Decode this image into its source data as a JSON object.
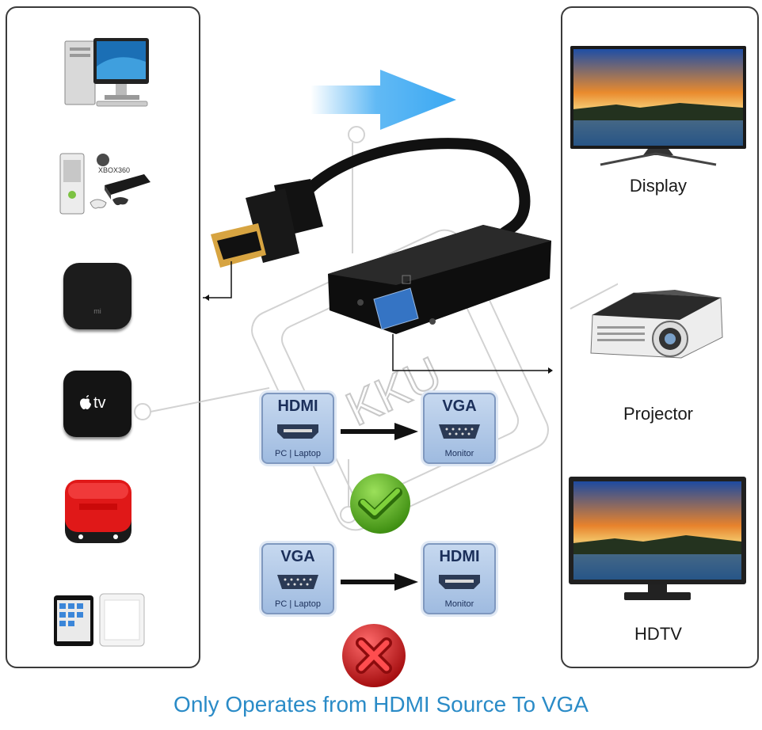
{
  "left_devices": [
    {
      "icon": "desktop-computer-icon"
    },
    {
      "icon": "game-console-icon",
      "text": "XBOX360"
    },
    {
      "icon": "mi-box-icon",
      "text": "mi"
    },
    {
      "icon": "apple-tv-icon",
      "text": "tv"
    },
    {
      "icon": "red-tv-box-icon"
    },
    {
      "icon": "tablet-icon"
    }
  ],
  "right_devices": [
    {
      "icon": "display-monitor-icon",
      "label": "Display"
    },
    {
      "icon": "projector-icon",
      "label": "Projector"
    },
    {
      "icon": "hdtv-icon",
      "label": "HDTV"
    }
  ],
  "conversion_ok": {
    "source": {
      "title": "HDMI",
      "subtitle": "PC | Laptop"
    },
    "target": {
      "title": "VGA",
      "subtitle": "Monitor"
    },
    "status_icon": "check-icon"
  },
  "conversion_bad": {
    "source": {
      "title": "VGA",
      "subtitle": "PC | Laptop"
    },
    "target": {
      "title": "HDMI",
      "subtitle": "Monitor"
    },
    "status_icon": "cross-icon"
  },
  "colors": {
    "accent_text": "#2a8bc7",
    "arrow_blue": "#3aa8f2",
    "ok_green": "#5fb92a",
    "bad_red": "#d8191c",
    "badge_bg": "#b5cbe9"
  },
  "footer": "Only Operates from HDMI Source To VGA"
}
